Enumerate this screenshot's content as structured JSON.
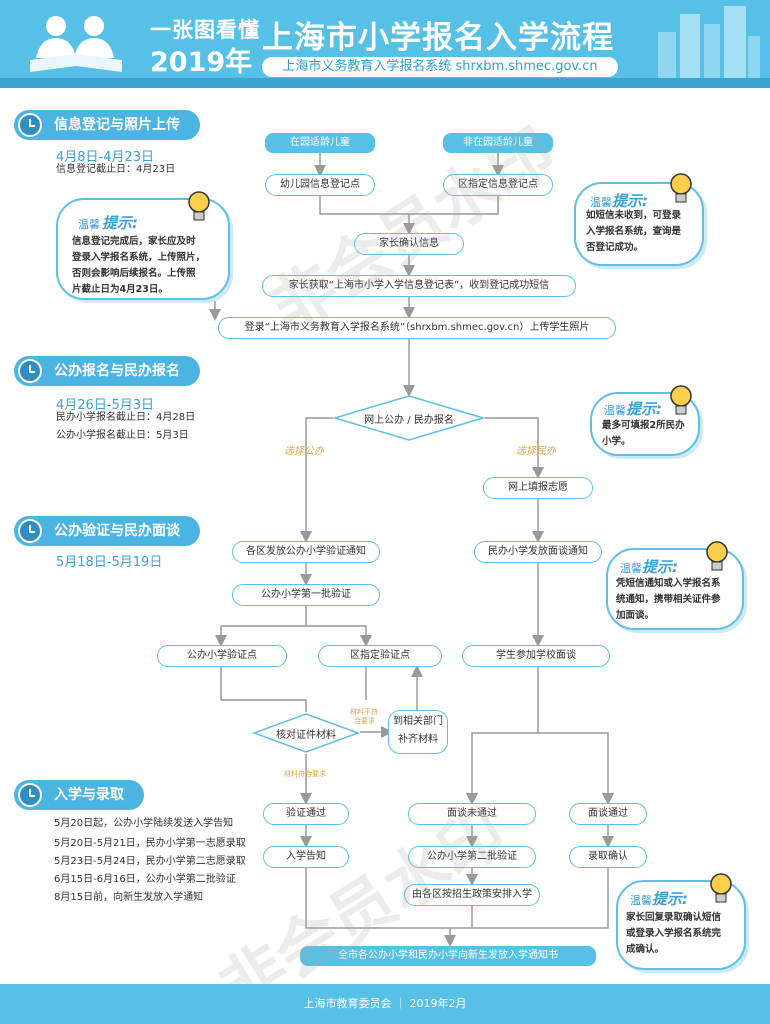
{
  "header": {
    "slogan_line1": "一张图看懂",
    "slogan_line2": "2019年",
    "title": "上海市小学报名入学流程",
    "subtitle": "上海市义务教育入学报名系统 shrxbm.shmec.gov.cn"
  },
  "stages": [
    {
      "label": "信息登记与照片上传",
      "date": "4月8日-4月23日",
      "notes": [
        "信息登记截止日：4月23日"
      ]
    },
    {
      "label": "公办报名与民办报名",
      "date": "4月26日-5月3日",
      "notes": [
        "民办小学报名截止日：4月28日",
        "公办小学报名截止日：5月3日"
      ]
    },
    {
      "label": "公办验证与民办面谈",
      "date": "5月18日-5月19日",
      "notes": []
    },
    {
      "label": "入学与录取",
      "date": "",
      "notes": [
        "5月20日起，公办小学陆续发送入学告知",
        "5月20日-5月21日，民办小学第一志愿录取",
        "5月23日-5月24日，民办小学第二志愿录取",
        "6月15日-6月16日，公办小学第二批验证",
        "8月15日前，向新生发放入学通知"
      ]
    }
  ],
  "flow": {
    "in_kindergarten": "在园适龄儿童",
    "not_in_kindergarten": "非在园适龄儿童",
    "kindergarten_register": "幼儿园信息登记点",
    "district_register": "区指定信息登记点",
    "parent_confirm": "家长确认信息",
    "get_form": "家长获取“上海市小学入学信息登记表”，收到登记成功短信",
    "upload_photo": "登录“上海市义务教育入学报名系统”（shrxbm.shmec.gov.cn）上传学生照片",
    "online_apply": "网上公办 / 民办报名",
    "choose_public": "选择公办",
    "choose_private": "选择民办",
    "fill_wish": "网上填报志愿",
    "public_notice": "各区发放公办小学验证通知",
    "private_notice": "民办小学发放面谈通知",
    "first_verify": "公办小学第一批验证",
    "verify_point": "公办小学验证点",
    "district_verify_point": "区指定验证点",
    "interview": "学生参加学校面谈",
    "check_docs": "核对证件材料",
    "docs_fail": [
      "材料不符",
      "合要求"
    ],
    "supplement": [
      "到相关部门",
      "补齐材料"
    ],
    "docs_ok": "材料符合要求",
    "verify_pass": "验证通过",
    "entry_notice": "入学告知",
    "interview_fail": "面谈未通过",
    "second_verify": "公办小学第二批验证",
    "district_arrange": "由各区按招生政策安排入学",
    "interview_pass": "面谈通过",
    "admit_confirm": "录取确认",
    "final_notice": "全市各公办小学和民办小学向新生发放入学通知书"
  },
  "tips": {
    "heading_small": "温馨",
    "heading_big": "提示:",
    "tip1": [
      "信息登记完成后，家长应及时",
      "登录入学报名系统，上传照片，",
      "否则会影响后续报名。上传照",
      "片截止日为4月23日。"
    ],
    "tip2": [
      "如短信未收到，可登录",
      "入学报名系统，查询是",
      "否登记成功。"
    ],
    "tip3": [
      "最多可填报2所民办",
      "小学。"
    ],
    "tip4": [
      "凭短信通知或入学报名系",
      "统通知，携带相关证件参",
      "加面谈。"
    ],
    "tip5": [
      "家长回复录取确认短信",
      "或登录入学报名系统完",
      "成确认。"
    ]
  },
  "watermark": "非会员水印",
  "footer": "上海市教育委员会  ｜  2019年2月"
}
